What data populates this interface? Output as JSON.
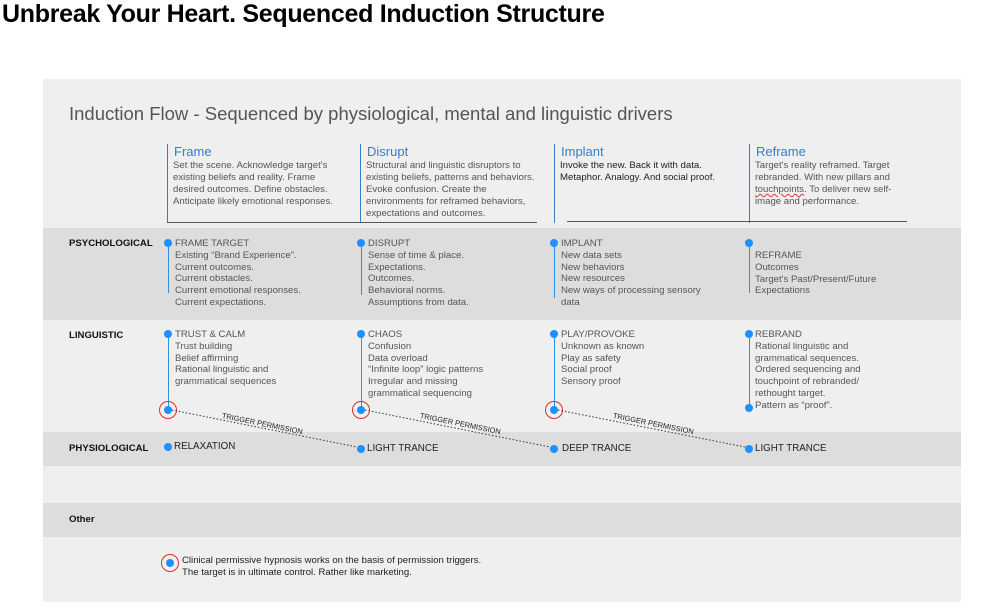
{
  "title": "Unbreak Your Heart. Sequenced Induction Structure",
  "subtitle": "Induction Flow - Sequenced by physiological, mental and linguistic drivers",
  "phases": [
    {
      "name": "Frame",
      "lines": [
        "Set the scene. Acknowledge target's",
        "existing beliefs and reality. Frame",
        "desired outcomes. Define obstacles.",
        "Anticipate likely emotional responses."
      ]
    },
    {
      "name": "Disrupt",
      "lines": [
        "Structural and linguistic disruptors to",
        "existing beliefs, patterns and behaviors.",
        "Evoke confusion. Create the",
        "environments for reframed behaviors,",
        "expectations and outcomes."
      ]
    },
    {
      "name": "Implant",
      "lines": [
        "Invoke the new. Back it with data.",
        "Metaphor. Analogy. And social proof."
      ]
    },
    {
      "name": "Reframe",
      "line1": "Target's reality reframed. Target",
      "line2a": "rebranded. With new pillars and",
      "line3a": "touchpoints",
      "line3b": ". To deliver new self-",
      "line4": "image and performance."
    }
  ],
  "rows": {
    "psychological": "PSYCHOLOGICAL",
    "linguistic": "LINGUISTIC",
    "physiological": "PHYSIOLOGICAL",
    "other": "Other"
  },
  "psych_blocks": [
    {
      "head": "FRAME TARGET",
      "lines": [
        "Existing “Brand Experience”.",
        "Current outcomes.",
        "Current obstacles.",
        "Current emotional responses.",
        "Current expectations."
      ]
    },
    {
      "head": "DISRUPT",
      "lines": [
        "Sense of time & place.",
        "Expectations.",
        "Outcomes.",
        "Behavioral norms.",
        "Assumptions from data."
      ]
    },
    {
      "head": "IMPLANT",
      "lines": [
        "New data sets",
        "New behaviors",
        "New resources",
        "New ways of processing sensory",
        "data"
      ]
    },
    {
      "head": "",
      "lines": [
        "REFRAME",
        "Outcomes",
        "Target's Past/Present/Future",
        "Expectations"
      ]
    }
  ],
  "ling_blocks": [
    {
      "head": "TRUST & CALM",
      "lines": [
        "Trust building",
        "Belief affirming",
        "Rational linguistic and",
        "grammatical sequences"
      ]
    },
    {
      "head": "CHAOS",
      "lines": [
        "Confusion",
        "Data overload",
        "“Infinite loop” logic patterns",
        "Irregular and missing",
        "grammatical sequencing"
      ]
    },
    {
      "head": "PLAY/PROVOKE",
      "lines": [
        "Unknown as known",
        "Play as safety",
        "Social proof",
        "Sensory proof"
      ]
    },
    {
      "head": "REBRAND",
      "lines": [
        "Rational linguistic and",
        "grammatical sequences.",
        "Ordered sequencing and",
        "touchpoint of rebranded/",
        "rethought target.",
        "Pattern as “proof”."
      ]
    }
  ],
  "phys_states": [
    "RELAXATION",
    "LIGHT TRANCE",
    "DEEP TRANCE",
    "LIGHT TRANCE"
  ],
  "trigger_label": "TRIGGER PERMISSION",
  "note_lines": [
    "Clinical permissive hypnosis works on the basis of permission triggers.",
    "The target is in ultimate control. Rather like marketing."
  ],
  "colors": {
    "accent": "#3a7cc4",
    "dot": "#1e90ff",
    "ring": "#d9312b",
    "band": "#dddddd",
    "panel": "#efefef"
  }
}
